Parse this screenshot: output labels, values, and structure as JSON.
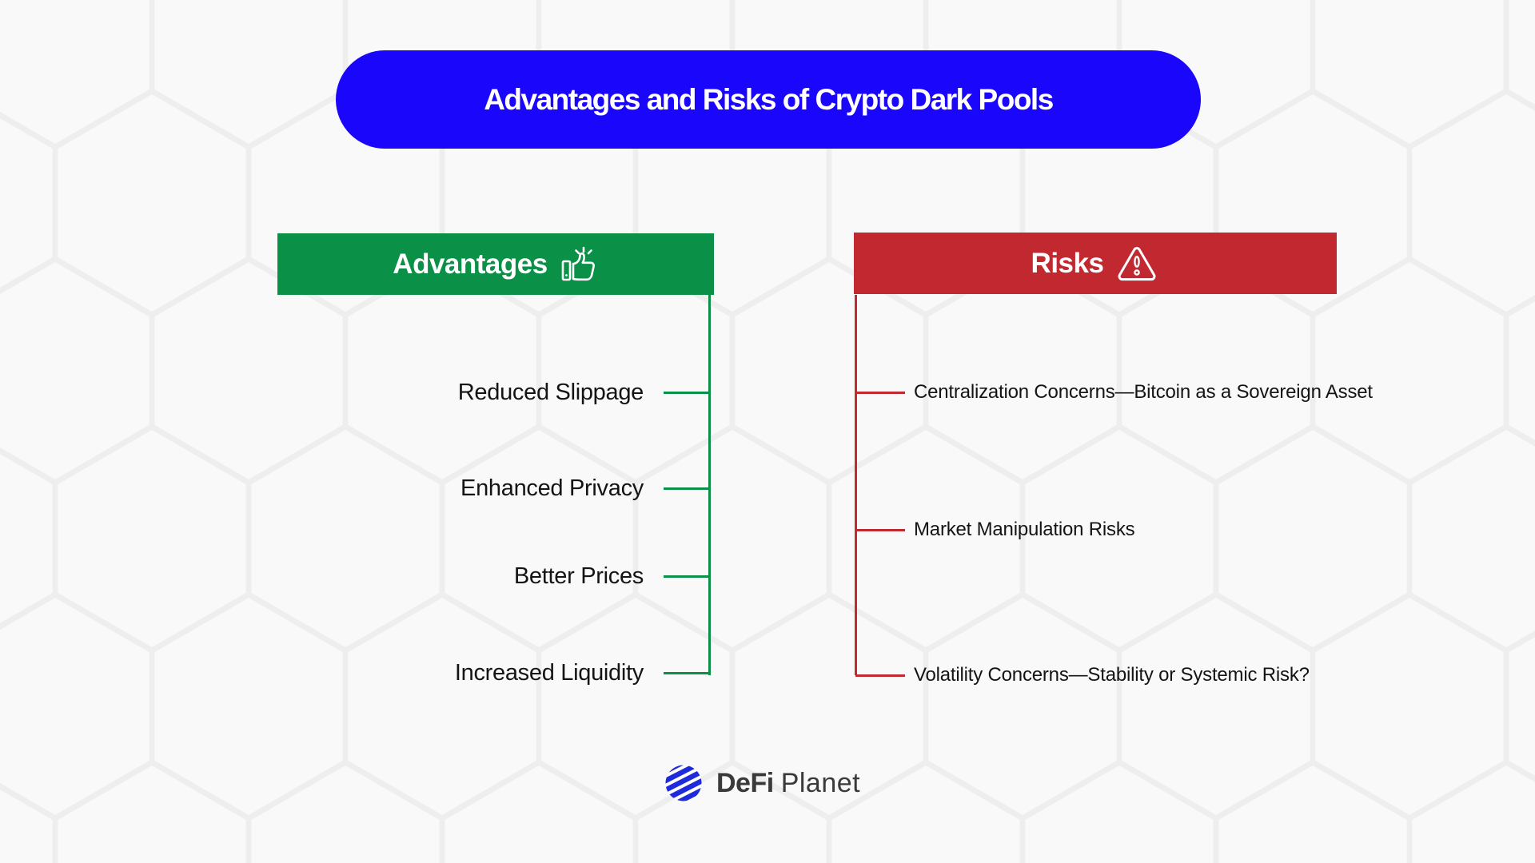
{
  "title": "Advantages and Risks of Crypto Dark Pools",
  "advantages": {
    "header": "Advantages",
    "icon": "thumbs-up-icon",
    "items": [
      "Reduced Slippage",
      "Enhanced Privacy",
      "Better Prices",
      "Increased Liquidity"
    ]
  },
  "risks": {
    "header": "Risks",
    "icon": "warning-triangle-icon",
    "items": [
      "Centralization Concerns—Bitcoin as a Sovereign Asset",
      "Market Manipulation Risks",
      "Volatility Concerns—Stability or Systemic Risk?"
    ]
  },
  "logo": {
    "bold": "DeFi",
    "regular": "Planet",
    "icon": "globe-icon"
  },
  "colors": {
    "title_bg": "#1A06FA",
    "adv_color": "#0A9147",
    "risk_color": "#C2282F",
    "text_color": "#141414",
    "logo_text": "#3A3A3A",
    "logo_blue": "#1E2BDB",
    "bg_base": "#F6F6F7"
  }
}
